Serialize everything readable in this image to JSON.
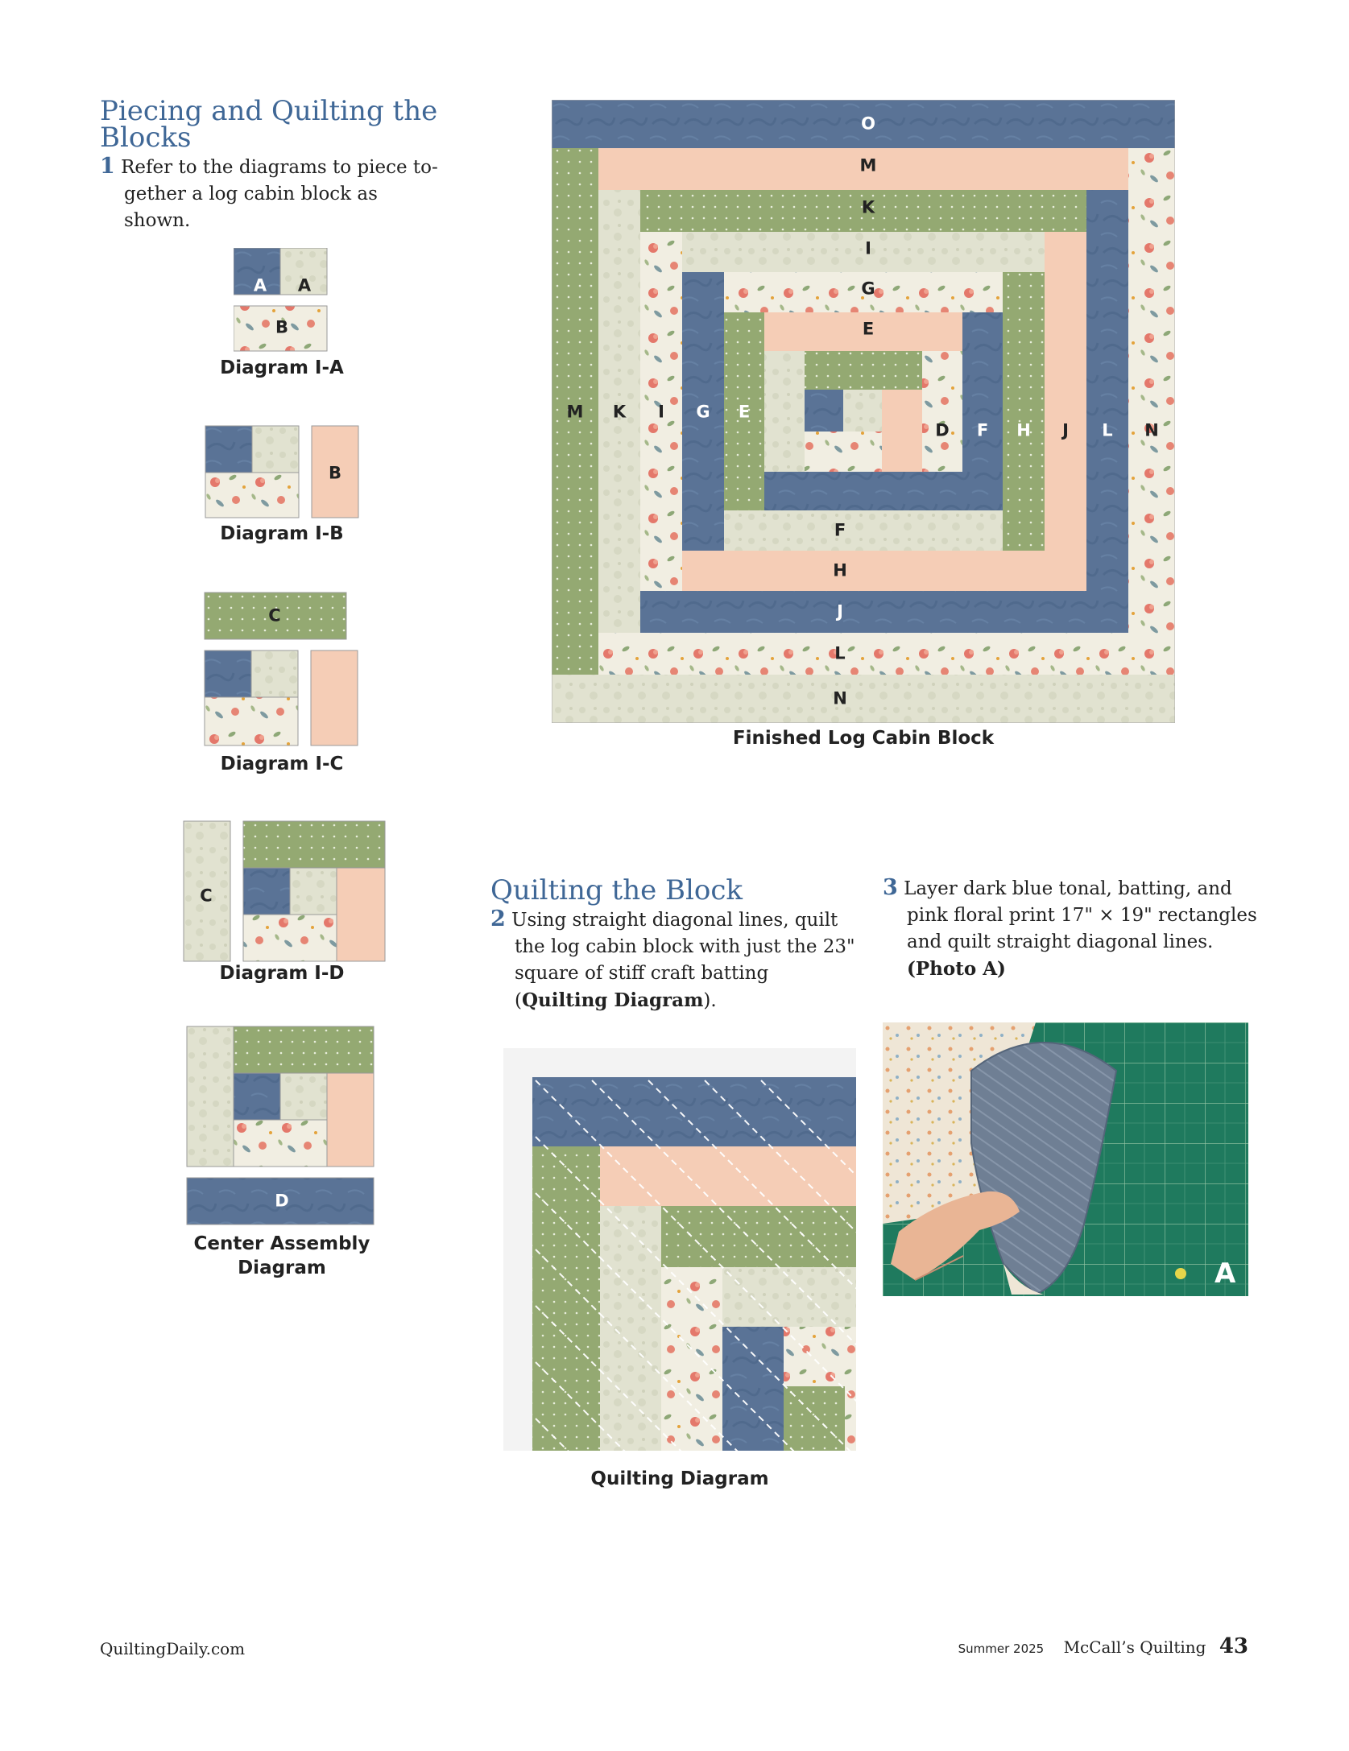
{
  "section1": {
    "title": "Piecing and Quilting the Blocks",
    "step_number": "1",
    "step_line1": "Refer to the diagrams to piece to-",
    "step_line2": "gether a log cabin block as shown."
  },
  "diagrams": {
    "ia": {
      "caption": "Diagram I-A",
      "labels": [
        "A",
        "A",
        "B"
      ]
    },
    "ib": {
      "caption": "Diagram I-B",
      "labels": [
        "B"
      ]
    },
    "ic": {
      "caption": "Diagram I-C",
      "labels": [
        "C"
      ]
    },
    "id": {
      "caption": "Diagram I-D",
      "labels": [
        "C"
      ]
    },
    "center": {
      "caption_line1": "Center Assembly",
      "caption_line2": "Diagram",
      "labels": [
        "D"
      ]
    }
  },
  "finished_block": {
    "caption": "Finished Log Cabin Block",
    "labels": {
      "O": "O",
      "M": "M",
      "K": "K",
      "I": "I",
      "G": "G",
      "E": "E",
      "D": "D",
      "F": "F",
      "H": "H",
      "J": "J",
      "L": "L",
      "N": "N"
    }
  },
  "section2": {
    "title": "Quilting the Block",
    "step_number": "2",
    "step_lines": [
      "Using straight diagonal lines, quilt",
      "the log cabin block with just the 23\"",
      "square of stiff craft batting",
      "(Quilting Diagram)."
    ],
    "diagram_caption": "Quilting Diagram"
  },
  "section3": {
    "step_number": "3",
    "step_lines": [
      "Layer dark blue tonal, batting, and",
      "pink floral print 17\" × 19\" rectangles",
      "and quilt straight diagonal lines.",
      "(Photo A)"
    ],
    "photo_label": "A"
  },
  "footer": {
    "site": "QuiltingDaily.com",
    "issue": "Summer 2025",
    "magazine": "McCall’s Quilting",
    "page": "43"
  },
  "colors": {
    "blue": "#5a7396",
    "peach": "#f5cdb6",
    "green": "#94a972",
    "cream": "#e1e2d0",
    "floral": "#f1eee2",
    "accent_title": "#3f6796"
  }
}
